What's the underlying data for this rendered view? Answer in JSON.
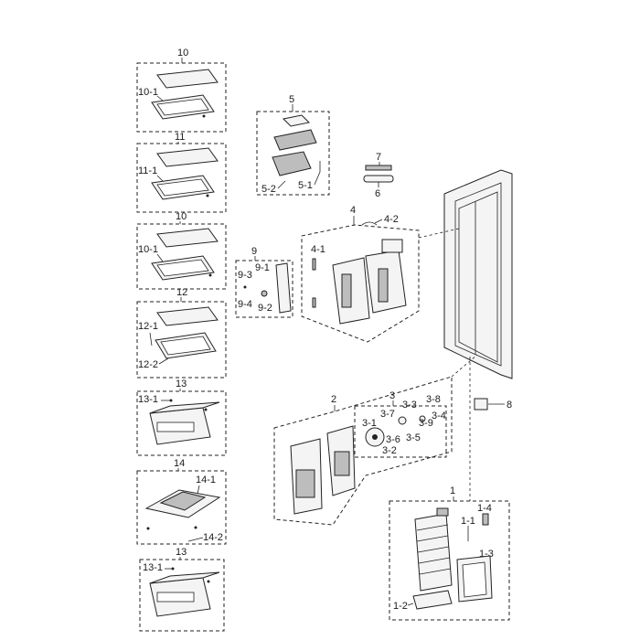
{
  "labels": {
    "g10a": "10",
    "l10_1a": "10-1",
    "g11": "11",
    "l11_1": "11-1",
    "g10b": "10",
    "l10_1b": "10-1",
    "g12": "12",
    "l12_1": "12-1",
    "l12_2": "12-2",
    "g13a": "13",
    "l13_1a": "13-1",
    "g14": "14",
    "l14_1": "14-1",
    "l14_2": "14-2",
    "g13b": "13",
    "l13_1b": "13-1",
    "g5": "5",
    "l5_1": "5-1",
    "l5_2": "5-2",
    "g7": "7",
    "g6": "6",
    "g4": "4",
    "l4_1": "4-1",
    "l4_2": "4-2",
    "g9": "9",
    "l9_1": "9-1",
    "l9_2": "9-2",
    "l9_3": "9-3",
    "l9_4": "9-4",
    "g2": "2",
    "g3": "3",
    "l3_1": "3-1",
    "l3_2": "3-2",
    "l3_3": "3-3",
    "l3_4": "3-4",
    "l3_5": "3-5",
    "l3_6": "3-6",
    "l3_7": "3-7",
    "l3_8": "3-8",
    "l3_9": "3-9",
    "g8": "8",
    "g1": "1",
    "l1_1": "1-1",
    "l1_2": "1-2",
    "l1_3": "1-3",
    "l1_4": "1-4"
  }
}
